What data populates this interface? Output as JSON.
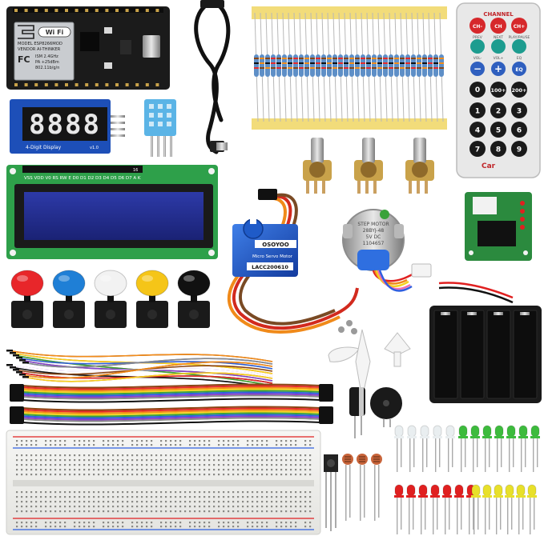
{
  "esp_module": {
    "wifi_logo": "Wi Fi",
    "line1": "MODEL ESP8266MOD",
    "line2": "VENDOR AI-THINKER",
    "line3": "ISM 2.4GHz",
    "line4": "PA +25dBm",
    "line5": "802.11b/g/n",
    "fc_mark": "FC"
  },
  "seg_display": {
    "digits": "8888",
    "label": "4-Digit Display",
    "version": "v1.0"
  },
  "lcd": {
    "pin_labels": "VSS VDD V0 RS RW E D0 D1 D2 D3 D4 D5 D6 D7 A K",
    "pin16": "16"
  },
  "remote": {
    "top_label": "CHANNEL",
    "row1": [
      "CH-",
      "CH",
      "CH+"
    ],
    "row1_sub": [
      "PREV",
      "NEXT",
      "PLAY/PAUSE"
    ],
    "row2_sub": [
      "VOL-",
      "VOL+",
      "EQ"
    ],
    "row3": [
      "0",
      "100+",
      "200+"
    ],
    "keys": [
      "1",
      "2",
      "3",
      "4",
      "5",
      "6",
      "7",
      "8",
      "9"
    ],
    "eq": "EQ",
    "brand": "Car"
  },
  "servo": {
    "brand": "OSOYOO",
    "name": "Micro Servo Motor",
    "code": "LACC200610"
  },
  "stepper": {
    "line1": "STEP MOTOR",
    "line2": "28BYJ-48",
    "line3": "5V DC",
    "line4": "1104657"
  },
  "colors": {
    "button_caps": [
      "#e8262a",
      "#1f7fd6",
      "#f2f2f2",
      "#f5c518",
      "#111111"
    ],
    "jumper_wires": [
      "#8b4513",
      "#e52b2b",
      "#f28c1a",
      "#f4d21e",
      "#3aa23a",
      "#2f5fe0",
      "#8a3fc8",
      "#8a8a8a",
      "#ffffff",
      "#111111"
    ],
    "led_clear": "#e9eef0",
    "led_green": "#3dbb3d",
    "led_red": "#e02020",
    "led_yellow": "#e8e02a",
    "pcb_green": "#2b8a3e",
    "esp_black": "#1b1b1b"
  },
  "counts": {
    "tactile_buttons": 5,
    "potentiometers": 3,
    "clear_leds": 5,
    "green_leds": 7,
    "red_leds": 7,
    "yellow_leds": 6,
    "photoresistors": 3
  },
  "icons": [
    "wifi-icon",
    "fc-mark-icon",
    "car-brand-icon",
    "remote-plus-icon",
    "remote-minus-icon",
    "play-pause-icon"
  ]
}
